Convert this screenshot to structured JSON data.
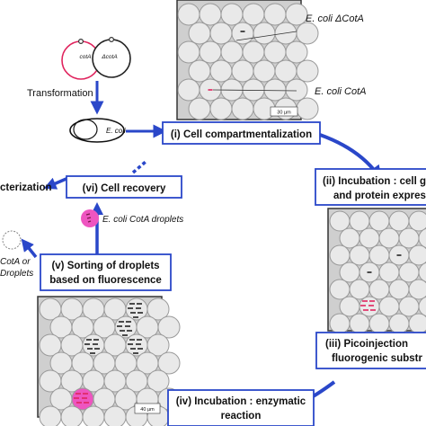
{
  "labels": {
    "ecoli_dcota": "E. coli ΔCotA",
    "ecoli_cota": "E. coli CotA",
    "plasmid_cota": "cotA",
    "plasmid_dcota": "ΔcotA",
    "transformation": "Transformation",
    "ecoli_cell": "E. coli",
    "droplets_label": "E. coli CotA droplets",
    "left_cut_1": "CotA or",
    "left_cut_2": "Droplets",
    "characterization_cut": "cterization",
    "scale_bar_top": "30 µm",
    "scale_bar_bottom": "40 µm"
  },
  "steps": {
    "s1": "(i) Cell compartmentalization",
    "s2_line1": "(ii) Incubation : cell gr",
    "s2_line2": "and protein express",
    "s3_line1": "(iii) Picoinjection",
    "s3_line2": "fluorogenic substr",
    "s4_line1": "(iv) Incubation : enzymatic",
    "s4_line2": "reaction",
    "s5_line1": "(v) Sorting of droplets",
    "s5_line2": "based on fluorescence",
    "s6": "(vi) Cell recovery"
  },
  "colors": {
    "arrow_blue": "#2a47c9",
    "cota_red": "#e0245e",
    "droplet_pink": "#ee55c0",
    "droplet_fill": "#e9e9e9",
    "droplet_stroke": "#9a9a9a",
    "panel_bg": "#cfcfcf"
  }
}
